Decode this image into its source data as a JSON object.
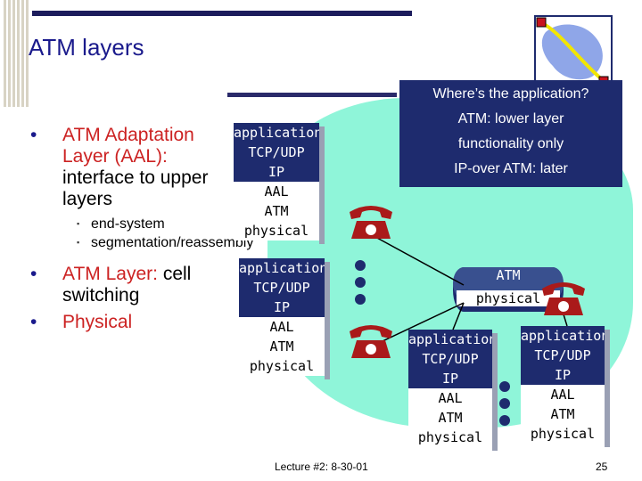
{
  "slide": {
    "title": "ATM layers",
    "footer": "Lecture #2: 8-30-01",
    "page_number": "25"
  },
  "bullets": {
    "aal": "ATM Adaptation Layer (AAL):",
    "aal_rest": "interface to upper layers",
    "sub1": "end-system",
    "sub2": "segmentation/reassembly",
    "atm_layer_red": "ATM Layer:",
    "atm_layer_rest": "cell switching",
    "physical": "Physical"
  },
  "callout": {
    "line1": "Where’s the application?",
    "line2": "ATM: lower layer",
    "line3": "functionality only",
    "line4": "IP-over ATM: later"
  },
  "stack_layers": [
    "application",
    "TCP/UDP",
    "IP",
    "AAL",
    "ATM",
    "physical"
  ],
  "switch": {
    "top": "ATM",
    "bottom": "physical"
  },
  "colors": {
    "title": "#1a1a8c",
    "dark_blue": "#1e2b6e",
    "cloud": "#8ff5d9",
    "red_text": "#cc2222",
    "phone": "#aa1a1a"
  }
}
